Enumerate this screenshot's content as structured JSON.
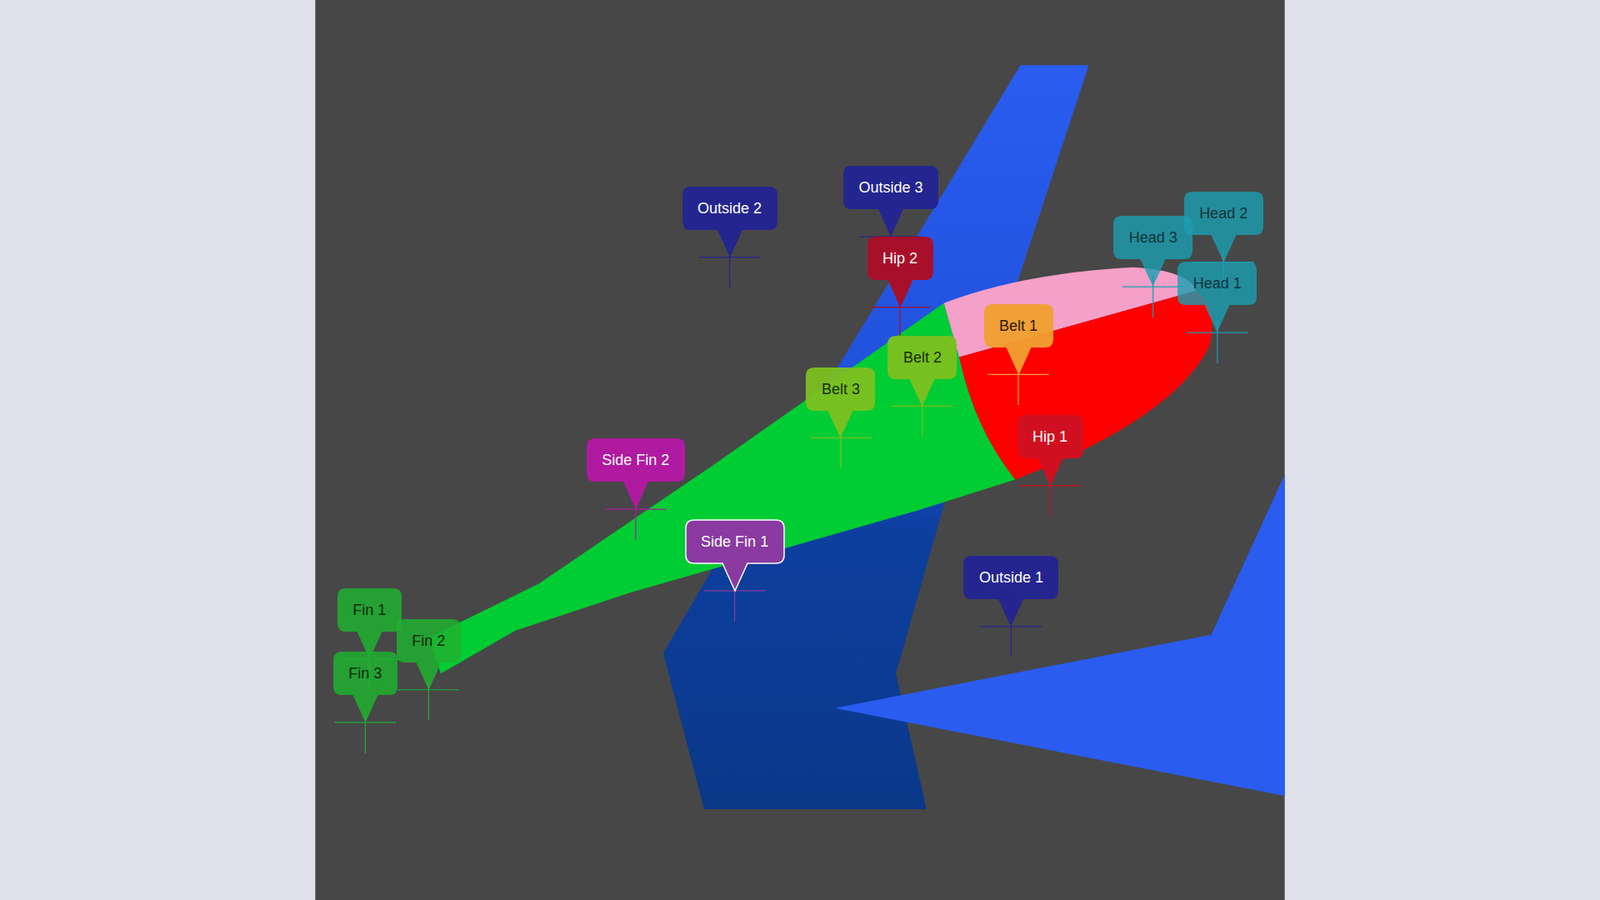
{
  "diagram": {
    "nodes": [
      {
        "text": [
          "Head 2"
        ]
      },
      {
        "text": [
          "Outside 3"
        ]
      },
      {
        "text": [
          "Outside 2"
        ]
      },
      {
        "text": [
          "Head 3"
        ]
      },
      {
        "text": [
          "Hip 2"
        ]
      },
      {
        "text": [
          "Head 1"
        ]
      },
      {
        "text": [
          "Belt 1"
        ]
      },
      {
        "text": [
          "Belt 2"
        ]
      },
      {
        "text": [
          "Belt 3"
        ]
      },
      {
        "text": [
          "Hip 1"
        ]
      },
      {
        "text": [
          "Side Fin 2"
        ]
      },
      {
        "text": [
          "Side Fin 1"
        ]
      },
      {
        "text": [
          "Outside 1"
        ]
      },
      {
        "text": [
          "Fin 1"
        ]
      },
      {
        "text": [
          "Fin 2"
        ]
      },
      {
        "text": [
          "Fin 3"
        ]
      }
    ]
  }
}
